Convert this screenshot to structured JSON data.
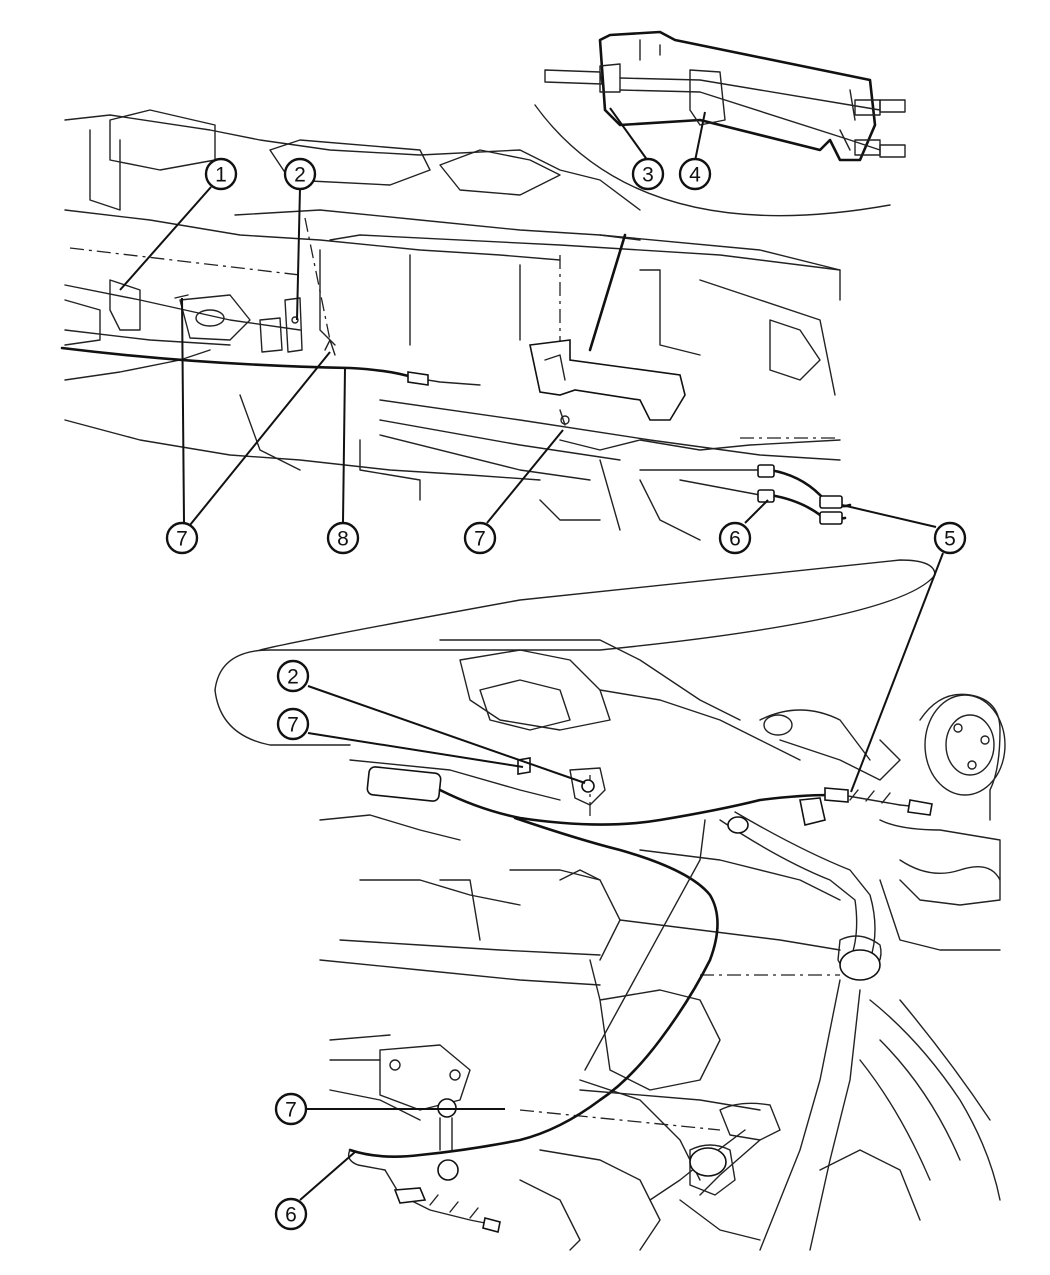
{
  "callouts": [
    {
      "id": "c1",
      "label": "1"
    },
    {
      "id": "c2a",
      "label": "2"
    },
    {
      "id": "c3",
      "label": "3"
    },
    {
      "id": "c4",
      "label": "4"
    },
    {
      "id": "c7a",
      "label": "7"
    },
    {
      "id": "c8",
      "label": "8"
    },
    {
      "id": "c7b",
      "label": "7"
    },
    {
      "id": "c6a",
      "label": "6"
    },
    {
      "id": "c5",
      "label": "5"
    },
    {
      "id": "c2b",
      "label": "2"
    },
    {
      "id": "c7c",
      "label": "7"
    },
    {
      "id": "c7d",
      "label": "7"
    },
    {
      "id": "c6b",
      "label": "6"
    }
  ]
}
